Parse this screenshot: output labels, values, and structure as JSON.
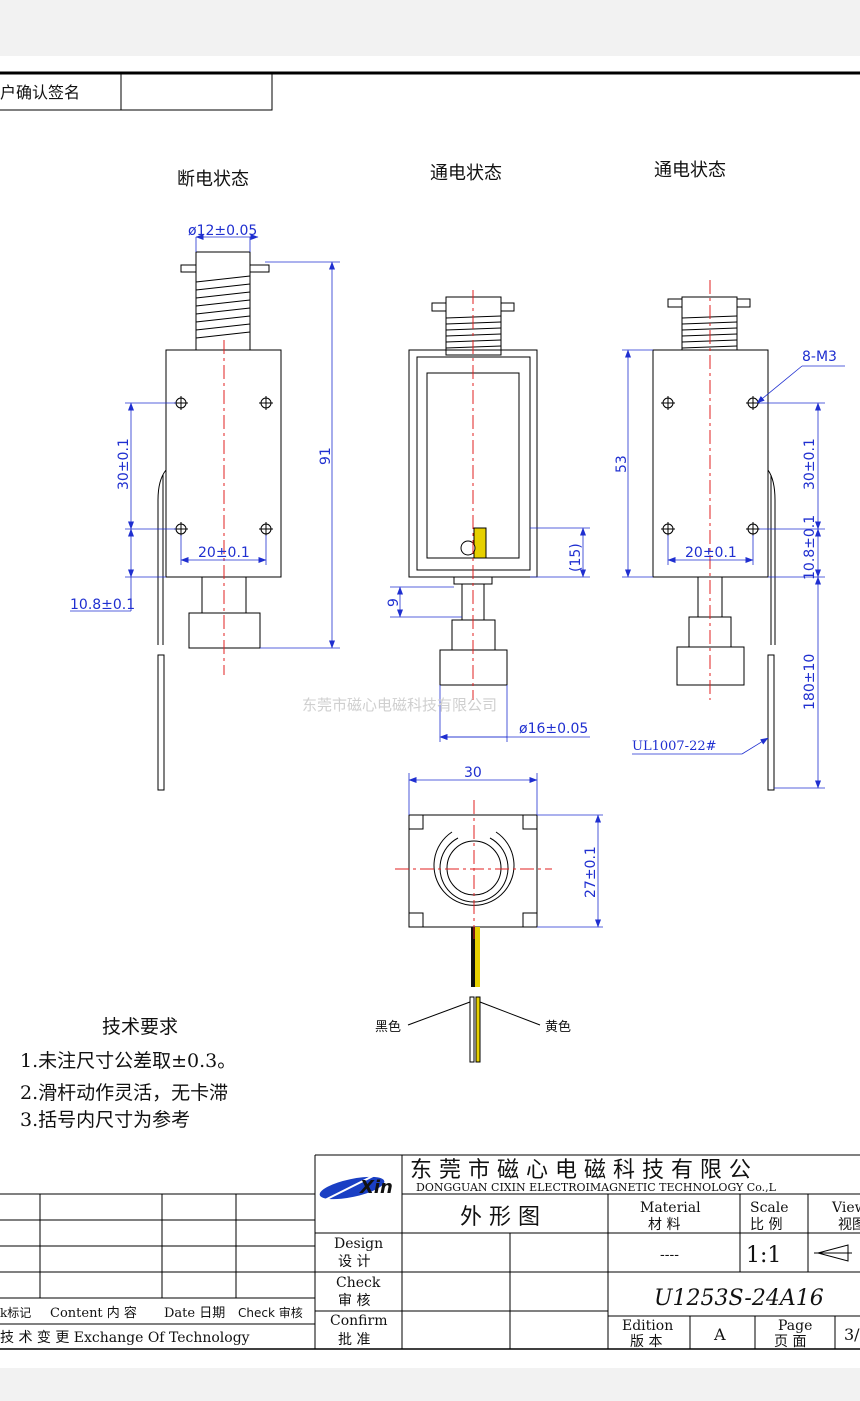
{
  "header": {
    "customer_confirm_label": "户确认签名"
  },
  "views": {
    "deenergized_title": "断电状态",
    "energized_title_1": "通电状态",
    "energized_title_2": "通电状态"
  },
  "dimensions": {
    "shaft_diameter": "ø12±0.05",
    "overall_length": "91",
    "hole_vertical": "30±0.1",
    "hole_horizontal": "20±0.1",
    "bottom_offset": "10.8±0.1",
    "stroke_ref": "(15)",
    "plunger_gap": "9",
    "plunger_diameter": "ø16±0.05",
    "frame_height": "53",
    "thread": "8-M3",
    "hole_vertical_2": "30±0.1",
    "hole_horizontal_2": "20±0.1",
    "bottom_offset_2": "10.8±0.1",
    "lead_length": "180±10",
    "wire_spec": "UL1007-22#",
    "top_width": "30",
    "top_height": "27±0.1"
  },
  "watermark": "东莞市磁心电磁科技有限公司",
  "wires": {
    "black": "黑色",
    "yellow": "黄色"
  },
  "colors": {
    "dimension": "#1f2fd0",
    "centerline": "#e02020",
    "wire_yellow": "#e6d000",
    "brand_blue": "#1a3fc4"
  },
  "tech_requirements": {
    "title": "技术要求",
    "items": [
      "1.未注尺寸公差取±0.3。",
      "2.滑杆动作灵活，无卡滞",
      "3.括号内尺寸为参考"
    ]
  },
  "title_block": {
    "logo_text": "Xin",
    "company_cn": "东 莞 市 磁 心 电 磁 科 技 有 限 公",
    "company_en": "DONGGUAN   CIXIN  ELECTROIMAGNETIC   TECHNOLOGY    Co.,L",
    "drawing_name": "外 形 图",
    "material_en": "Material",
    "material_cn": "材 料",
    "material_value": "----",
    "scale_en": "Scale",
    "scale_cn": "比 例",
    "scale_value": "1:1",
    "view_en": "View",
    "view_cn": "视图",
    "design_en": "Design",
    "design_cn": "设 计",
    "check_en": "Check",
    "check_cn": "审 核",
    "confirm_en": "Confirm",
    "confirm_cn": "批 准",
    "part_number": "U1253S-24A16",
    "edition_en": "Edition",
    "edition_cn": "版 本",
    "edition_value": "A",
    "page_en": "Page",
    "page_cn": "页 面",
    "page_value": "3/",
    "rev_mark": "k标记",
    "rev_content": "Content 内 容",
    "rev_date": "Date 日期",
    "rev_check": "Check 审核",
    "exchange": "技 术 变 更  Exchange Of Technology"
  }
}
